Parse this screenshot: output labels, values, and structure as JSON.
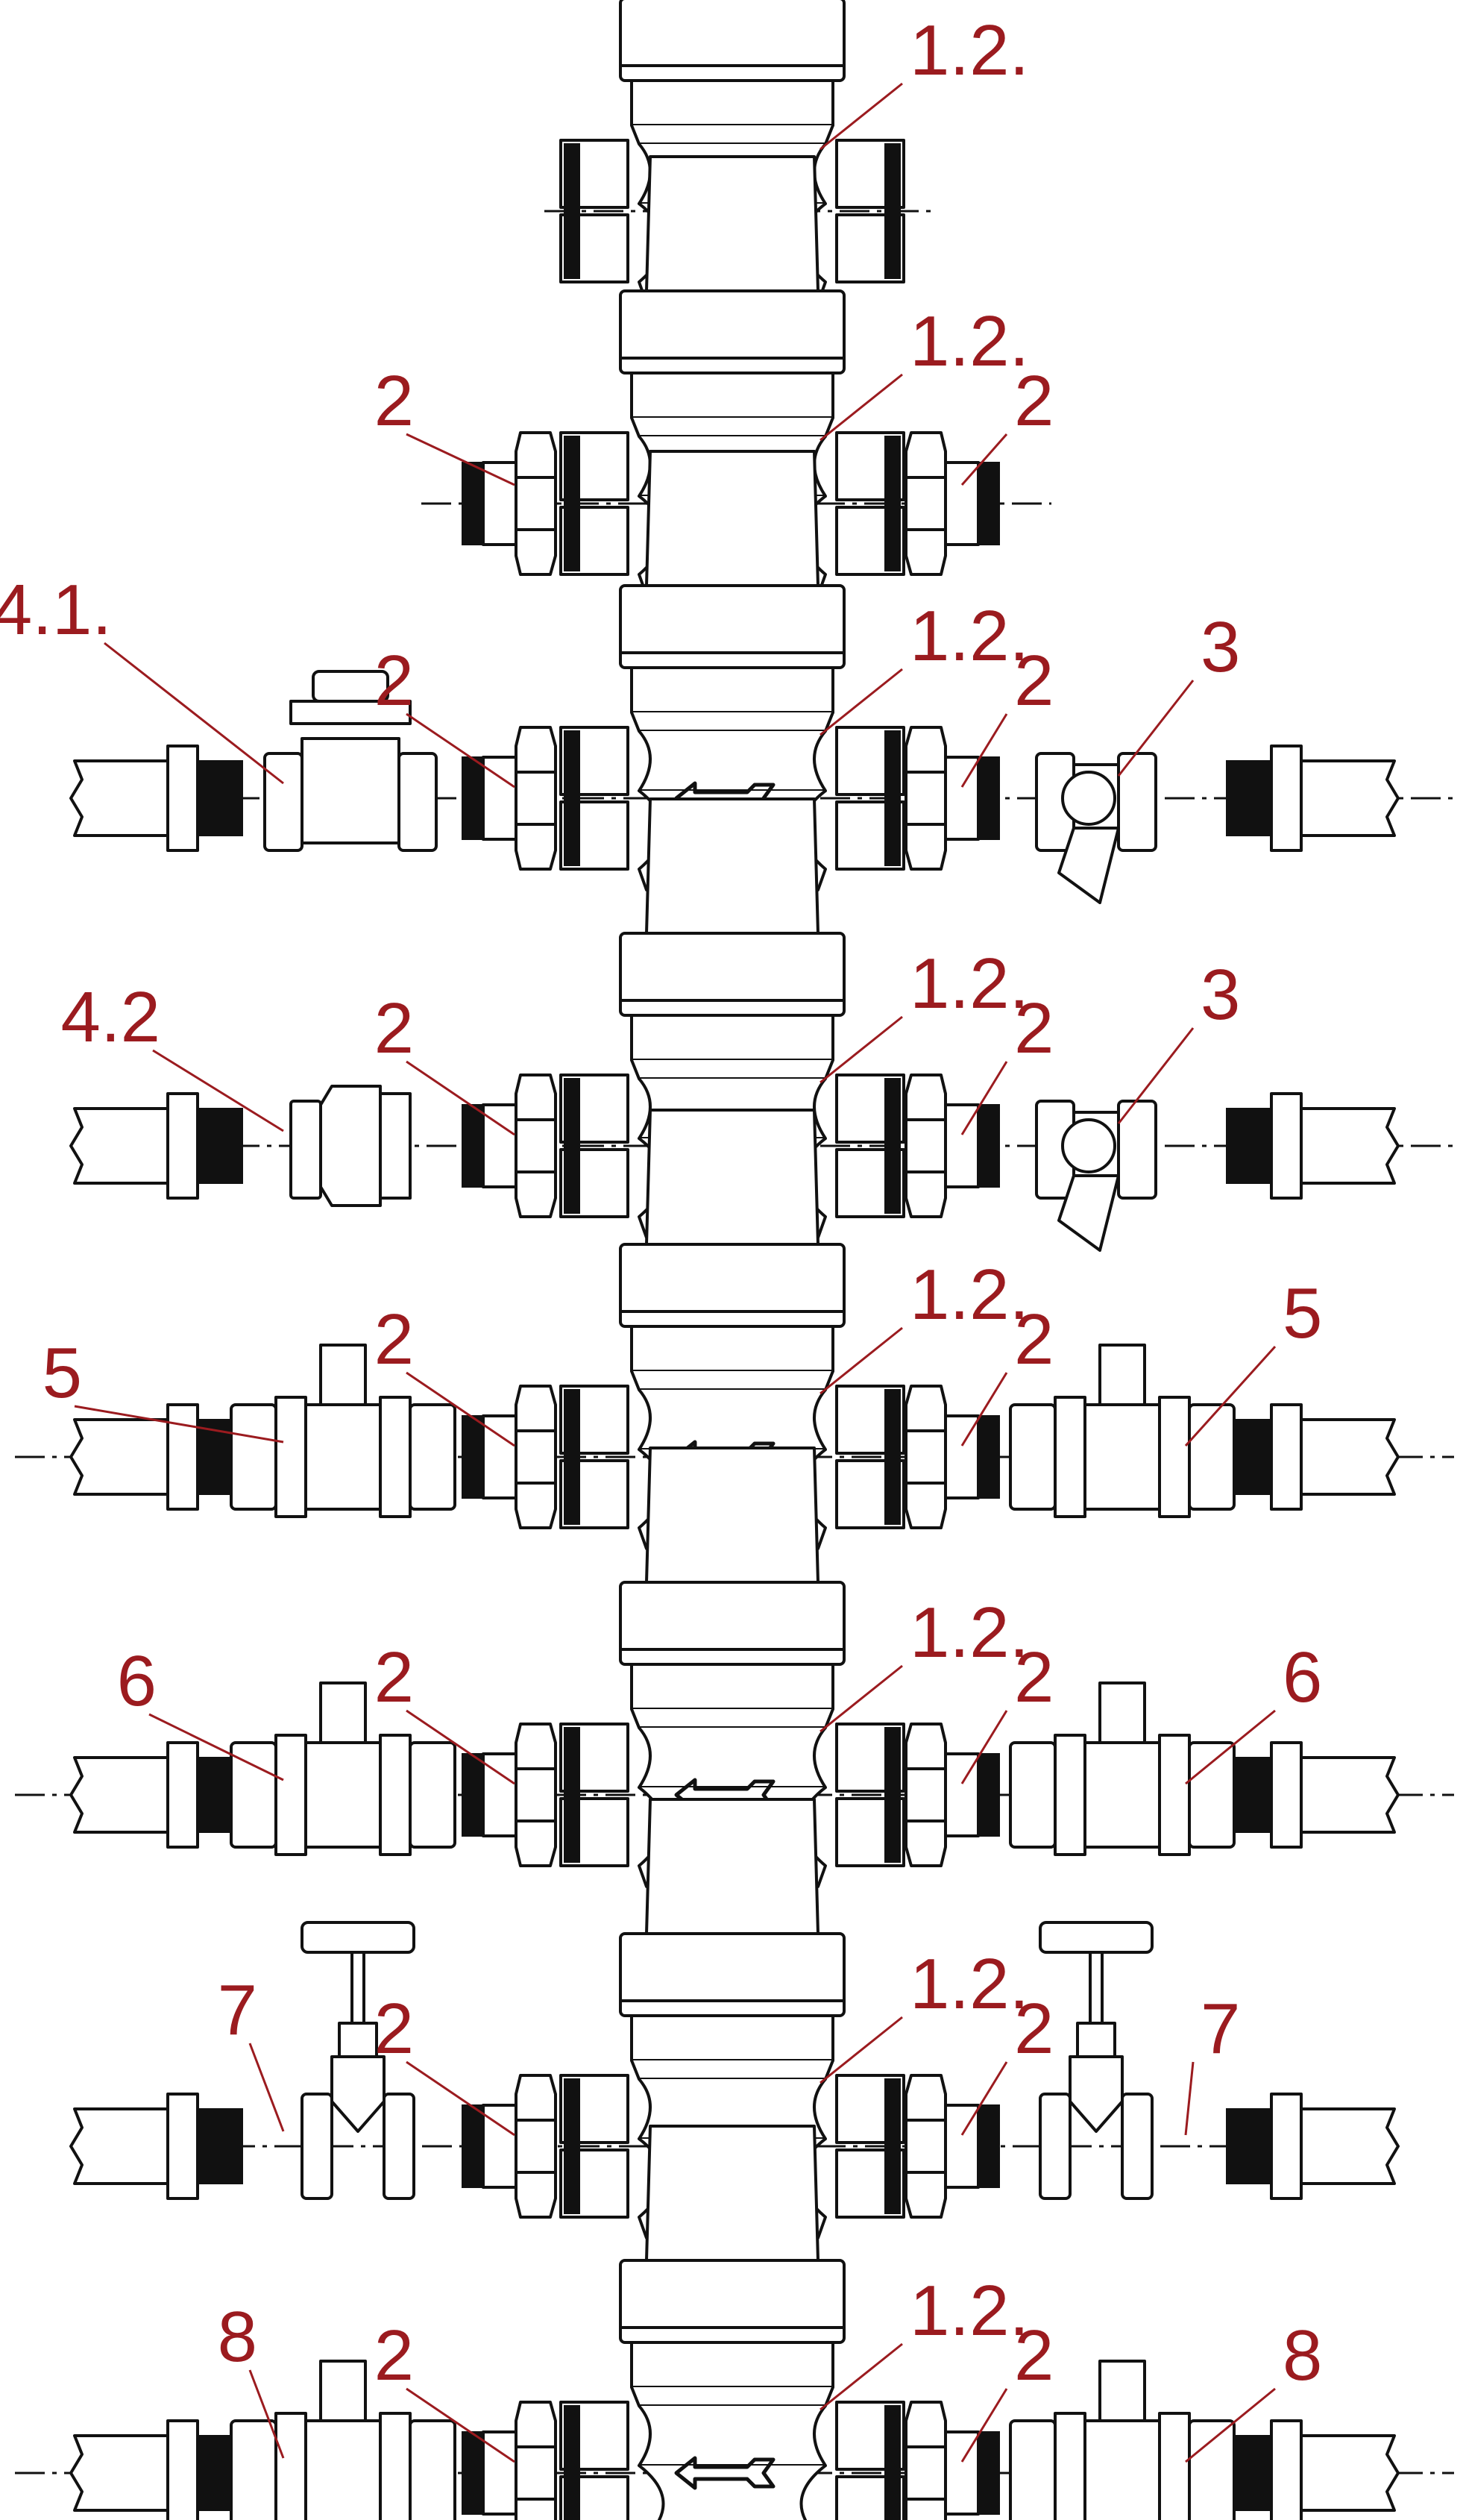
{
  "title": "Water pressure regulator installation schemes",
  "label_color": "#9b1b1f",
  "line_color": "#111111",
  "rows": [
    {
      "id": "scheme-1",
      "labels": [
        "1.2."
      ],
      "left": [],
      "right": []
    },
    {
      "id": "scheme-2",
      "labels": [
        "2",
        "1.2.",
        "2"
      ],
      "left": [
        "union-2"
      ],
      "right": [
        "union-2"
      ]
    },
    {
      "id": "scheme-3",
      "labels": [
        "4.1.",
        "2",
        "1.2.",
        "2",
        "3"
      ],
      "left": [
        "pipe",
        "check-valve-4.1",
        "union-2"
      ],
      "right": [
        "union-2",
        "strainer-3",
        "pipe"
      ]
    },
    {
      "id": "scheme-4",
      "labels": [
        "4.2",
        "2",
        "1.2.",
        "2",
        "3"
      ],
      "left": [
        "pipe",
        "check-valve-4.2",
        "union-2"
      ],
      "right": [
        "union-2",
        "strainer-3",
        "pipe"
      ]
    },
    {
      "id": "scheme-5",
      "labels": [
        "5",
        "2",
        "1.2.",
        "2",
        "5"
      ],
      "left": [
        "pipe",
        "ball-valve-lever-5",
        "union-2"
      ],
      "right": [
        "union-2",
        "ball-valve-lever-5",
        "pipe"
      ]
    },
    {
      "id": "scheme-6",
      "labels": [
        "6",
        "2",
        "1.2.",
        "2",
        "6"
      ],
      "left": [
        "pipe",
        "ball-valve-butterfly-6",
        "union-2"
      ],
      "right": [
        "union-2",
        "ball-valve-butterfly-6",
        "pipe"
      ]
    },
    {
      "id": "scheme-7",
      "labels": [
        "7",
        "2",
        "1.2.",
        "2",
        "7"
      ],
      "left": [
        "pipe",
        "globe-valve-7",
        "union-2"
      ],
      "right": [
        "union-2",
        "globe-valve-7",
        "pipe"
      ]
    },
    {
      "id": "scheme-8",
      "labels": [
        "8",
        "2",
        "1.2.",
        "2",
        "8"
      ],
      "left": [
        "pipe",
        "ball-valve-lockable-8",
        "union-2"
      ],
      "right": [
        "union-2",
        "ball-valve-lockable-8",
        "pipe"
      ]
    }
  ]
}
